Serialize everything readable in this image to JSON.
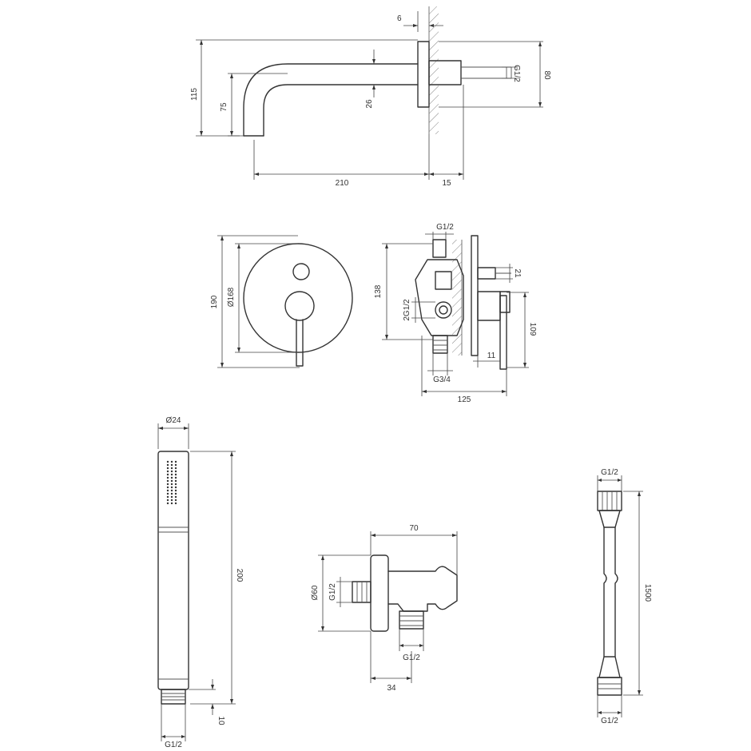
{
  "spout": {
    "dims": {
      "wall_plate": "6",
      "total_height": "115",
      "outlet_height": "75",
      "spout_diameter": "26",
      "thread": "G1/2",
      "plate_height": "80",
      "projection": "210",
      "plate_depth": "15"
    }
  },
  "mixer_front": {
    "dims": {
      "height": "190",
      "plate_diameter": "Ø168"
    }
  },
  "mixer_side": {
    "dims": {
      "top_thread": "G1/2",
      "body_height": "138",
      "side_thread": "2G1/2",
      "right_small": "21",
      "right_height": "109",
      "handle_depth": "11",
      "bottom_thread": "G3/4",
      "total_depth": "125"
    }
  },
  "hand_shower": {
    "dims": {
      "diameter": "Ø24",
      "length": "200",
      "thread_length": "10",
      "thread": "G1/2"
    }
  },
  "wall_outlet": {
    "dims": {
      "depth": "70",
      "diameter": "Ø60",
      "inlet_thread": "G1/2",
      "outlet_thread": "G1/2",
      "offset": "34"
    }
  },
  "hose": {
    "dims": {
      "top_thread": "G1/2",
      "length": "1500",
      "bottom_thread": "G1/2"
    }
  }
}
